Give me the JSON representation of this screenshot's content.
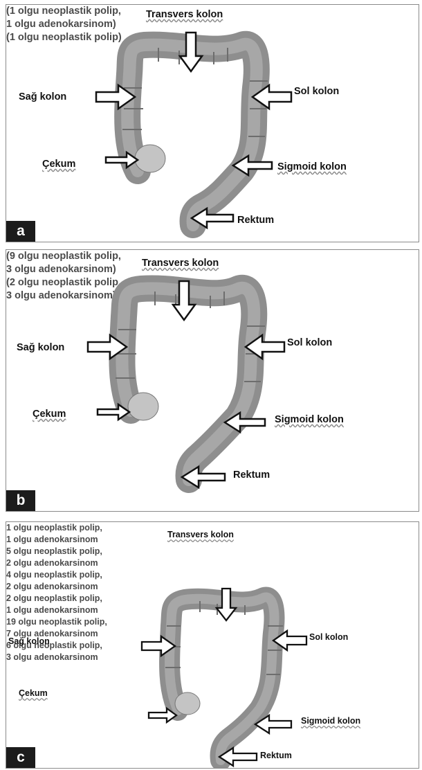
{
  "panel_a": {
    "tag": "a",
    "transverse": "Transvers kolon",
    "right": "Sağ kolon",
    "left": "Sol kolon",
    "cecum": "Çekum",
    "sigmoid": "Sigmoid kolon",
    "sigmoid_l1": "(1 olgu neoplastik polip,",
    "sigmoid_l2": "1 olgu adenokarsinom)",
    "rectum": "Rektum",
    "rectum_l1": "(1 olgu neoplastik polip)"
  },
  "panel_b": {
    "tag": "b",
    "transverse": "Transvers kolon",
    "right": "Sağ kolon",
    "left": "Sol kolon",
    "cecum": "Çekum",
    "sigmoid": "Sigmoid kolon",
    "sigmoid_l1": "(9 olgu neoplastik polip,",
    "sigmoid_l2": "3 olgu adenokarsinom)",
    "rectum": "Rektum",
    "rectum_l1": "(2 olgu neoplastik polip,",
    "rectum_l2": "3 olgu adenokarsinom)"
  },
  "panel_c": {
    "tag": "c",
    "transverse": "Transvers kolon",
    "transverse_l1": "1 olgu neoplastik polip,",
    "transverse_l2": "1 olgu adenokarsinom",
    "right": "Sağ kolon",
    "right_l1": "5 olgu neoplastik polip,",
    "right_l2": "2 olgu adenokarsinom",
    "left": "Sol kolon",
    "left_l1": "4 olgu neoplastik polip,",
    "left_l2": "2 olgu adenokarsinom",
    "cecum": "Çekum",
    "cecum_l1": "2 olgu neoplastik polip,",
    "cecum_l2": "1 olgu adenokarsinom",
    "sigmoid": "Sigmoid kolon",
    "sigmoid_l1": "19 olgu neoplastik polip,",
    "sigmoid_l2": "7 olgu adenokarsinom",
    "rectum": "Rektum",
    "rectum_l1": "6 olgu neoplastik polip,",
    "rectum_l2": "3 olgu adenokarsinom"
  }
}
